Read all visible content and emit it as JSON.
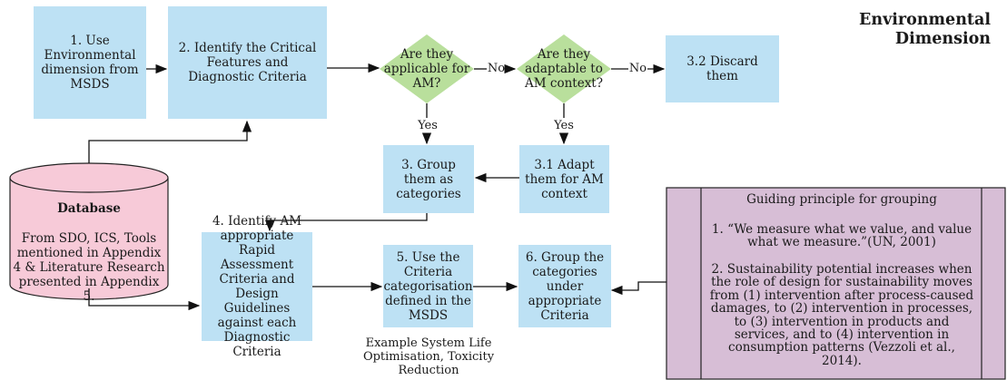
{
  "title": [
    "Environmental",
    "Dimension"
  ],
  "nodes": {
    "n1": "1. Use Environmental dimension from MSDS",
    "n2": "2. Identify the Critical Features and Diagnostic Criteria",
    "d1": "Are they applicable for AM?",
    "d2": "Are they adaptable to AM context?",
    "n32": "3.2 Discard them",
    "n3": "3. Group them as categories",
    "n31": "3.1 Adapt them for AM context",
    "n4": "4. Identify AM appropriate Rapid Assessment Criteria and Design Guidelines against each Diagnostic Criteria",
    "n5": "5. Use the Criteria categorisation defined in the MSDS",
    "n6": "6. Group the categories under appropriate Criteria"
  },
  "edge_labels": {
    "no1": "No",
    "no2": "No",
    "yes1": "Yes",
    "yes2": "Yes"
  },
  "database": {
    "title": "Database",
    "text": "From SDO, ICS, Tools mentioned in Appendix 4 & Literature Research presented in Appendix 5."
  },
  "example": "Example System Life Optimisation, Toxicity Reduction",
  "guiding": {
    "heading": "Guiding principle for grouping",
    "p1": "1. “We measure what we value, and value what we measure.”(UN, 2001)",
    "p2": "2. Sustainability potential increases when the role of design for sustainability moves from  (1) intervention after process-caused damages, to (2) intervention in processes, to (3) intervention in products and services, and to (4) intervention in consumption patterns (Vezzoli et al., 2014)."
  },
  "colors": {
    "process": "#bde1f4",
    "decision": "#b9df9c",
    "database": "#f7cad8",
    "guide": "#d7bed6"
  }
}
